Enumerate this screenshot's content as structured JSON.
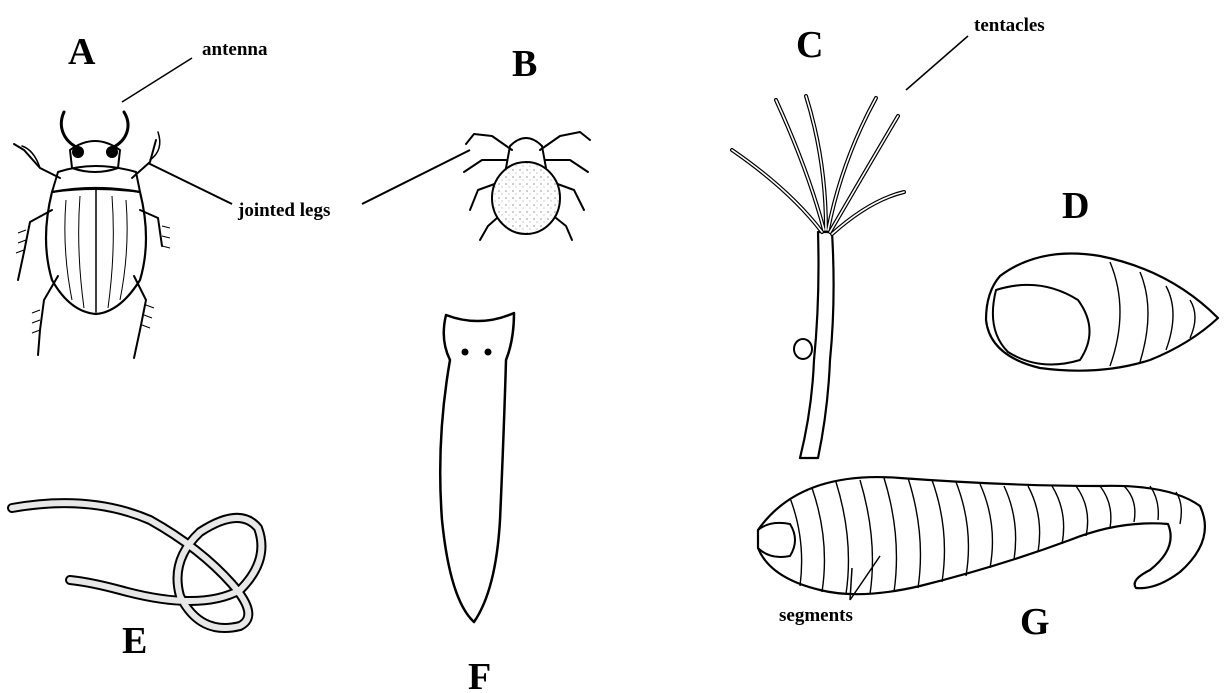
{
  "panels": {
    "A": {
      "letter": "A",
      "organism_icon": "beetle-icon"
    },
    "B": {
      "letter": "B",
      "organism_icon": "mite-icon"
    },
    "C": {
      "letter": "C",
      "organism_icon": "hydra-icon"
    },
    "D": {
      "letter": "D",
      "organism_icon": "snail-shell-icon"
    },
    "E": {
      "letter": "E",
      "organism_icon": "roundworm-icon"
    },
    "F": {
      "letter": "F",
      "organism_icon": "flatworm-icon"
    },
    "G": {
      "letter": "G",
      "organism_icon": "segmented-worm-icon"
    }
  },
  "callouts": {
    "antenna": "antenna",
    "jointed_legs": "jointed legs",
    "tentacles": "tentacles",
    "segments": "segments"
  },
  "colors": {
    "ink": "#000000",
    "background": "#ffffff"
  }
}
